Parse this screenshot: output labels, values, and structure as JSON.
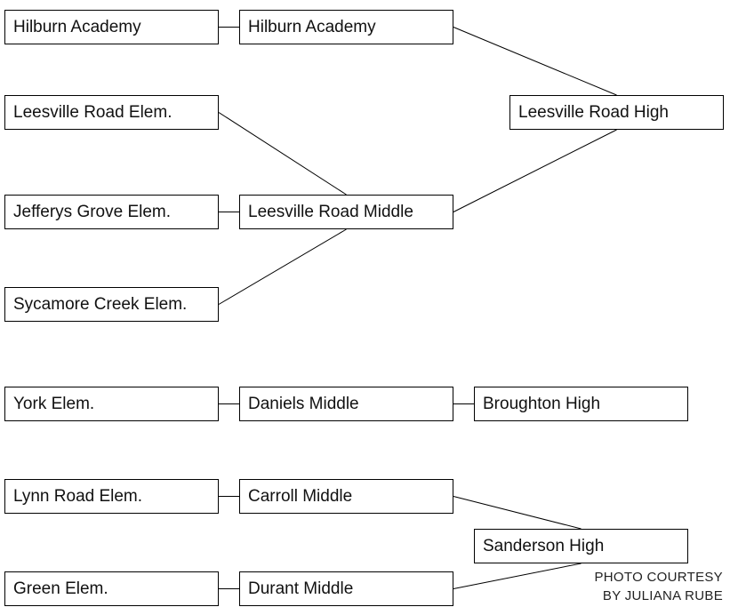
{
  "nodes": {
    "hilburn_elem": "Hilburn Academy",
    "hilburn_mid": "Hilburn Academy",
    "leesville_elem": "Leesville Road Elem.",
    "jefferys_grove": "Jefferys Grove Elem.",
    "sycamore_creek": "Sycamore Creek Elem.",
    "leesville_middle": "Leesville Road Middle",
    "leesville_high": "Leesville Road High",
    "york_elem": "York Elem.",
    "daniels_middle": "Daniels Middle",
    "broughton_high": "Broughton High",
    "lynn_road": "Lynn Road Elem.",
    "green_elem": "Green Elem.",
    "carroll_middle": "Carroll Middle",
    "durant_middle": "Durant Middle",
    "sanderson_high": "Sanderson High"
  },
  "connections": [
    [
      "hilburn_elem",
      "hilburn_mid"
    ],
    [
      "hilburn_mid",
      "leesville_high"
    ],
    [
      "leesville_elem",
      "leesville_middle"
    ],
    [
      "jefferys_grove",
      "leesville_middle"
    ],
    [
      "sycamore_creek",
      "leesville_middle"
    ],
    [
      "leesville_middle",
      "leesville_high"
    ],
    [
      "york_elem",
      "daniels_middle"
    ],
    [
      "daniels_middle",
      "broughton_high"
    ],
    [
      "lynn_road",
      "carroll_middle"
    ],
    [
      "green_elem",
      "durant_middle"
    ],
    [
      "carroll_middle",
      "sanderson_high"
    ],
    [
      "durant_middle",
      "sanderson_high"
    ]
  ],
  "credit": {
    "line1": "PHOTO COURTESY",
    "line2": "BY JULIANA RUBE"
  }
}
